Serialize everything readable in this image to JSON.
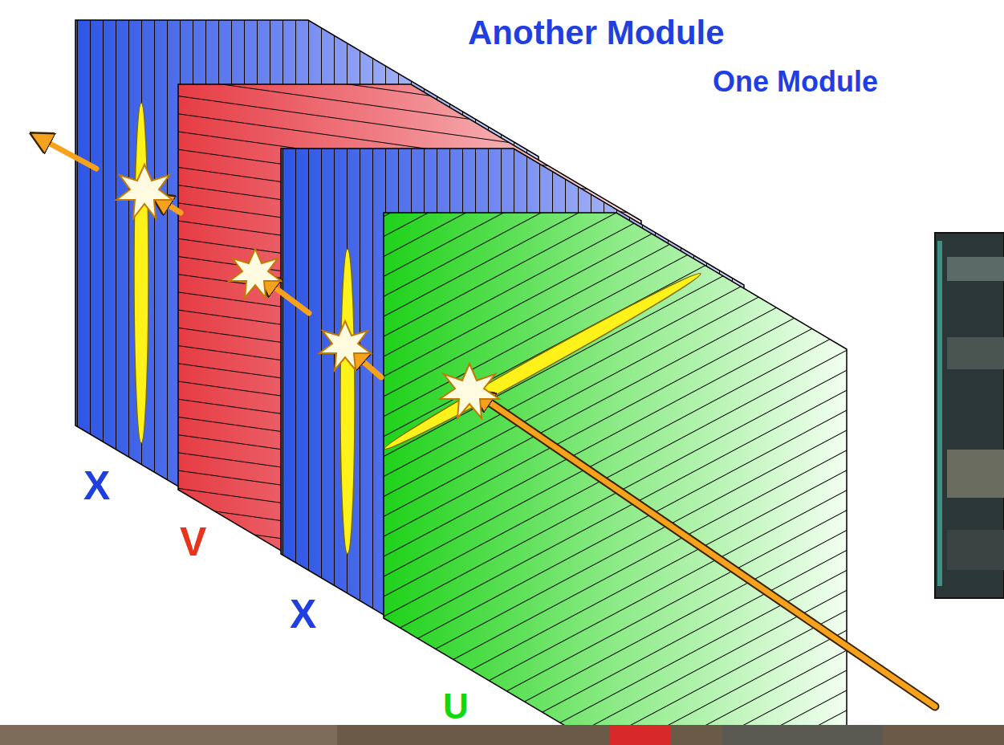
{
  "diagram": {
    "labels": [
      "Another Module",
      "One Module",
      "X",
      "V",
      "X",
      "U"
    ]
  }
}
